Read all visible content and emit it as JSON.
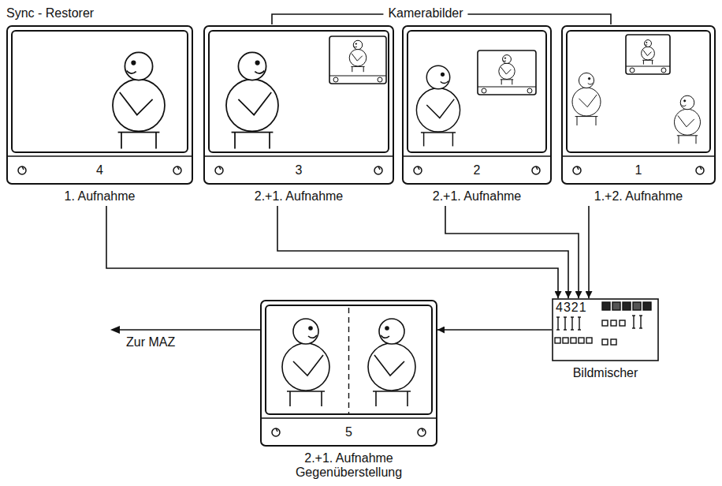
{
  "diagram": {
    "nodes": [
      {
        "text": [
          "Sync - Restorer",
          "4",
          "1. Aufnahme"
        ]
      },
      {
        "text": [
          "3",
          "2.+1. Aufnahme"
        ]
      },
      {
        "text": [
          "2",
          "2.+1. Aufnahme"
        ]
      },
      {
        "text": [
          "1",
          "1.+2. Aufnahme"
        ]
      },
      {
        "text": [
          "4321",
          "Bildmischer"
        ]
      },
      {
        "text": [
          "5",
          "2.+1. Aufnahme Gegenüberstellung"
        ]
      }
    ],
    "edges": [
      {
        "from": 0,
        "to": 4,
        "arrow": "to"
      },
      {
        "from": 1,
        "to": 4,
        "arrow": "to"
      },
      {
        "from": 2,
        "to": 4,
        "arrow": "to"
      },
      {
        "from": 3,
        "to": 4,
        "arrow": "to"
      },
      {
        "from": 4,
        "to": 5,
        "arrow": "to"
      }
    ],
    "labels": [
      "Kamerabilder",
      "Zur MAZ"
    ]
  }
}
